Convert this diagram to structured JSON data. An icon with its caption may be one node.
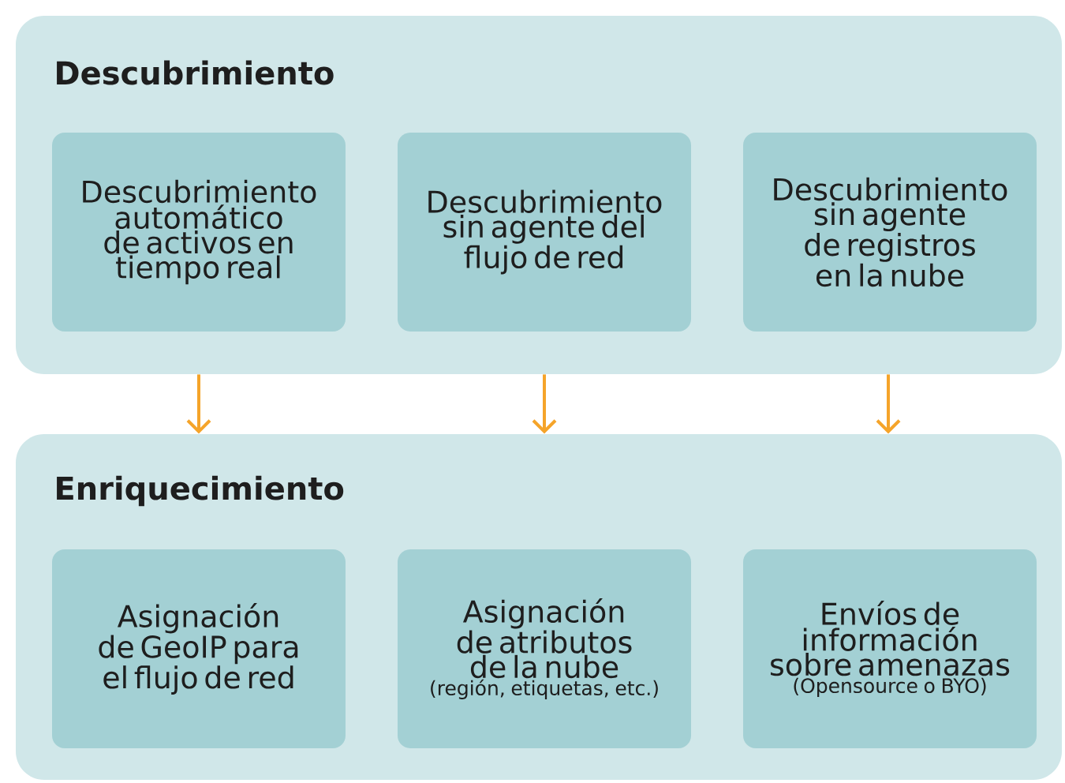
{
  "diagram": {
    "nodes": [
      {
        "text": [
          "Descubrimiento"
        ]
      },
      {
        "text": [
          "Descubrimiento automático de activos en tiempo real"
        ],
        "in": 0
      },
      {
        "text": [
          "Descubrimiento sin agente del flujo de red"
        ],
        "in": 0
      },
      {
        "text": [
          "Descubrimiento sin agente de registros en la nube"
        ],
        "in": 0
      },
      {
        "text": [
          "Enriquecimiento"
        ]
      },
      {
        "text": [
          "Asignación de GeoIP para el flujo de red"
        ],
        "in": 4
      },
      {
        "text": [
          "Asignación de atributos de la nube",
          "(región, etiquetas, etc.)"
        ],
        "in": 4
      },
      {
        "text": [
          "Envíos de información sobre amenazas",
          "(Opensource o BYO)"
        ],
        "in": 4
      }
    ],
    "edges": [
      {
        "from": 0,
        "to": 4,
        "arrow": "to"
      },
      {
        "from": 0,
        "to": 4,
        "arrow": "to"
      },
      {
        "from": 0,
        "to": 4,
        "arrow": "to"
      }
    ]
  }
}
